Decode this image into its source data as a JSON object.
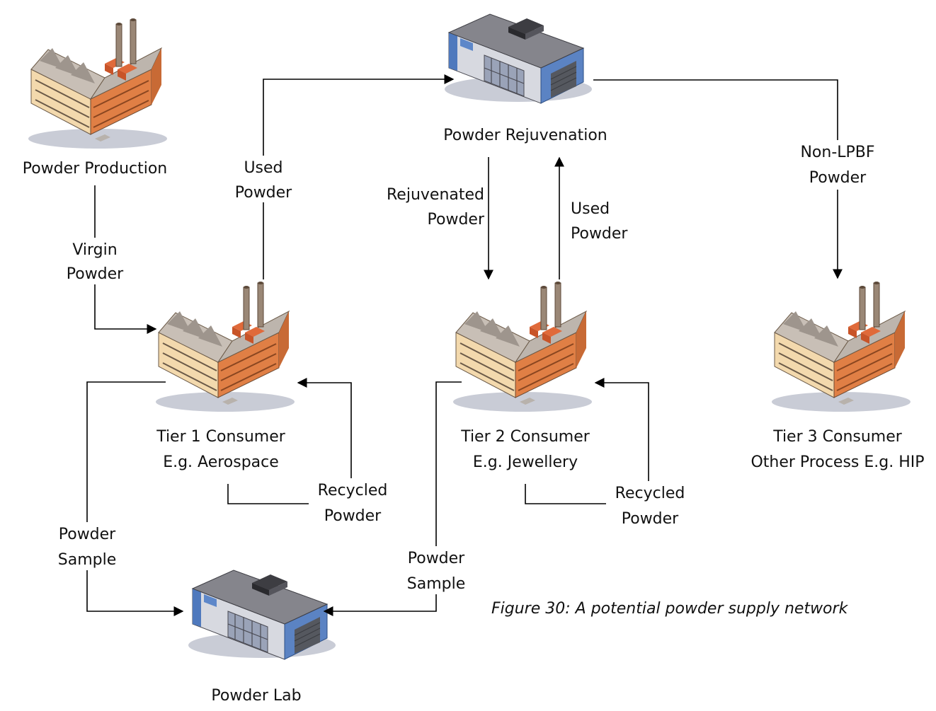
{
  "nodes": {
    "production": {
      "label": "Powder Production",
      "icon": "factory-icon"
    },
    "rejuvenation": {
      "label": "Powder Rejuvenation",
      "icon": "warehouse-icon"
    },
    "tier1": {
      "line1": "Tier 1 Consumer",
      "line2": "E.g. Aerospace",
      "icon": "factory-icon"
    },
    "tier2": {
      "line1": "Tier 2 Consumer",
      "line2": "E.g. Jewellery",
      "icon": "factory-icon"
    },
    "tier3": {
      "line1": "Tier 3 Consumer",
      "line2": "Other Process E.g. HIP",
      "icon": "factory-icon"
    },
    "lab": {
      "label": "Powder Lab",
      "icon": "warehouse-icon"
    }
  },
  "edges": {
    "virgin": {
      "line1": "Virgin",
      "line2": "Powder"
    },
    "used1": {
      "line1": "Used",
      "line2": "Powder"
    },
    "rejuvenated": {
      "line1": "Rejuvenated",
      "line2": "Powder"
    },
    "used2": {
      "line1": "Used",
      "line2": "Powder"
    },
    "nonlpbf": {
      "line1": "Non-LPBF",
      "line2": "Powder"
    },
    "recycled1": {
      "line1": "Recycled",
      "line2": "Powder"
    },
    "recycled2": {
      "line1": "Recycled",
      "line2": "Powder"
    },
    "sample1": {
      "line1": "Powder",
      "line2": "Sample"
    },
    "sample2": {
      "line1": "Powder",
      "line2": "Sample"
    }
  },
  "caption": "Figure 30: A potential powder supply network",
  "colors": {
    "factory_light": "#f6ddb0",
    "factory_orange": "#e0844a",
    "factory_roof": "#b9b1aa",
    "building_blue": "#5b83c3",
    "building_grey": "#8a8a92",
    "line": "#000000"
  }
}
